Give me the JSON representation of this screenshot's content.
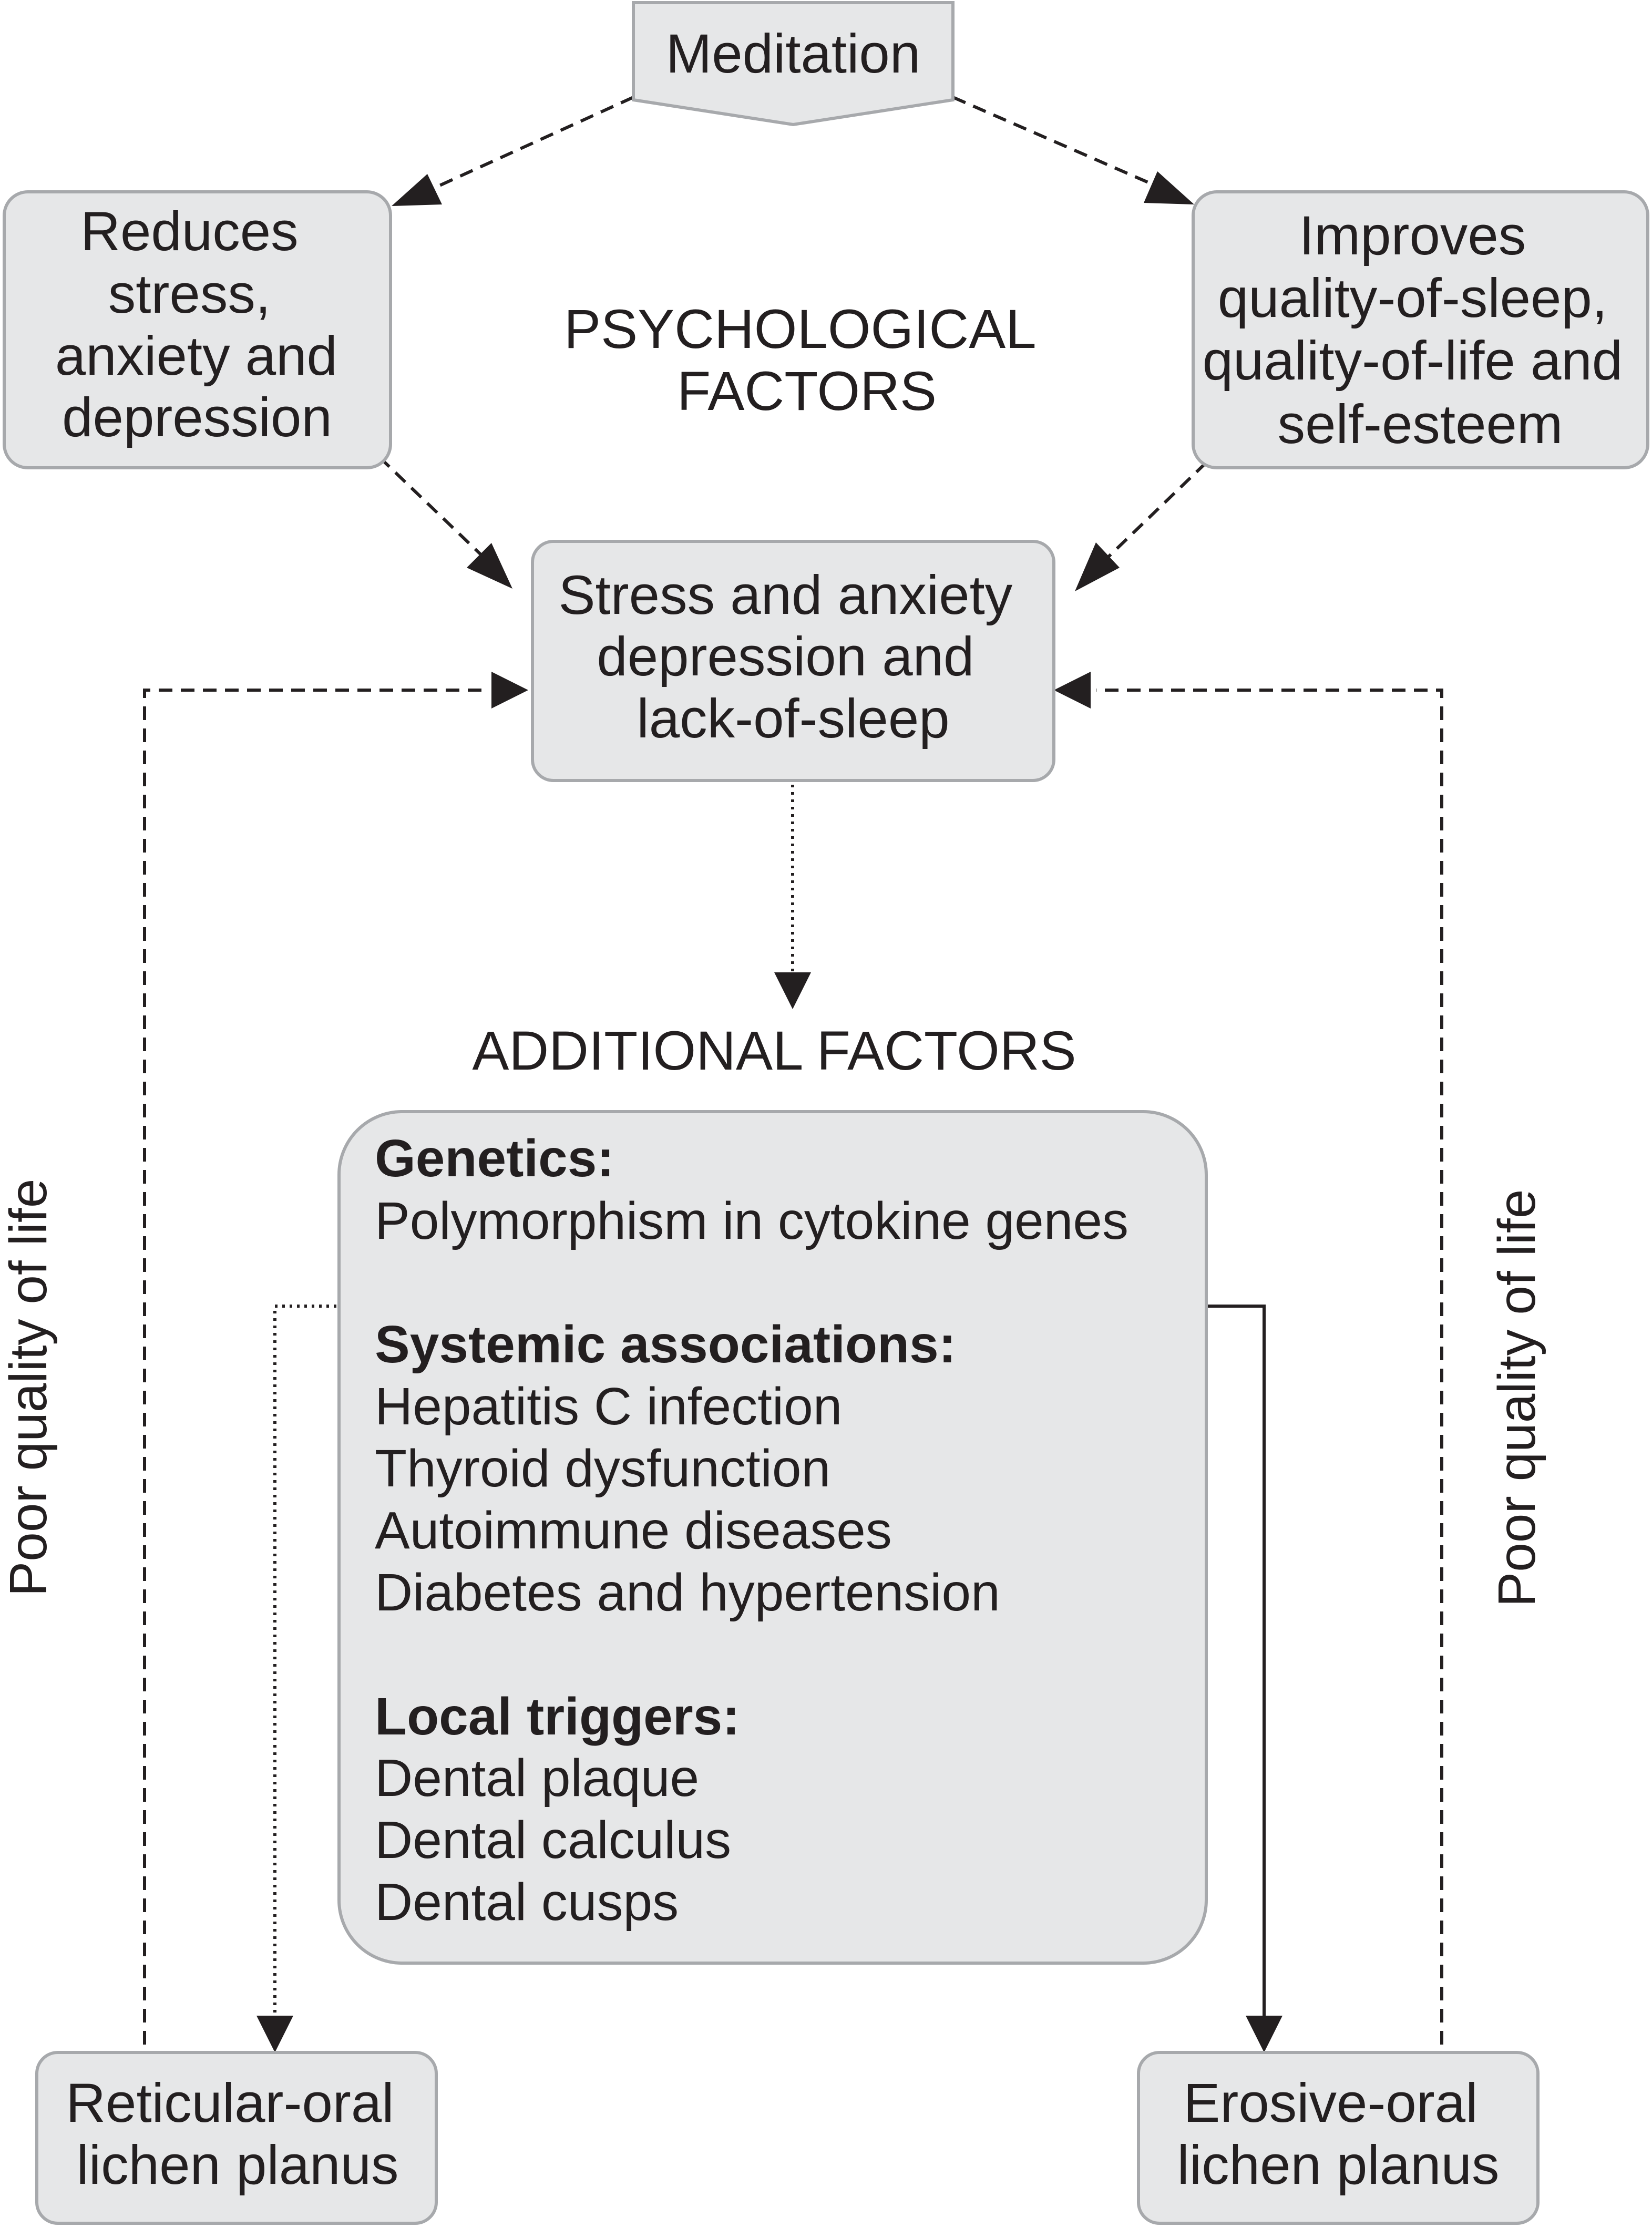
{
  "diagram": {
    "top_node": {
      "label": "Meditation"
    },
    "left_effect": {
      "lines": [
        "Reduces",
        "stress,",
        "anxiety and",
        "depression"
      ]
    },
    "right_effect": {
      "lines": [
        "Improves",
        "quality-of-sleep,",
        "quality-of-life and",
        "self-esteem"
      ]
    },
    "psychological_heading": {
      "lines": [
        "PSYCHOLOGICAL",
        "FACTORS"
      ]
    },
    "central_node": {
      "lines": [
        "Stress and anxiety",
        "depression and",
        "lack-of-sleep"
      ]
    },
    "additional_heading": {
      "label": "ADDITIONAL FACTORS"
    },
    "factors_box": {
      "genetics": {
        "heading": "Genetics:",
        "items": [
          "Polymorphism in cytokine genes"
        ]
      },
      "systemic": {
        "heading": "Systemic associations:",
        "items": [
          "Hepatitis C infection",
          "Thyroid dysfunction",
          "Autoimmune diseases",
          "Diabetes and hypertension"
        ]
      },
      "local": {
        "heading": "Local triggers:",
        "items": [
          "Dental plaque",
          "Dental calculus",
          "Dental cusps"
        ]
      }
    },
    "left_side_label": {
      "label": "Poor quality of life"
    },
    "right_side_label": {
      "label": "Poor quality of life"
    },
    "reticular_node": {
      "lines": [
        "Reticular-oral",
        "lichen planus"
      ]
    },
    "erosive_node": {
      "lines": [
        "Erosive-oral",
        "lichen planus"
      ]
    }
  },
  "colors": {
    "box_fill": "#e6e7e8",
    "box_stroke": "#a7a9ac",
    "line": "#231f20",
    "text": "#231f20"
  }
}
